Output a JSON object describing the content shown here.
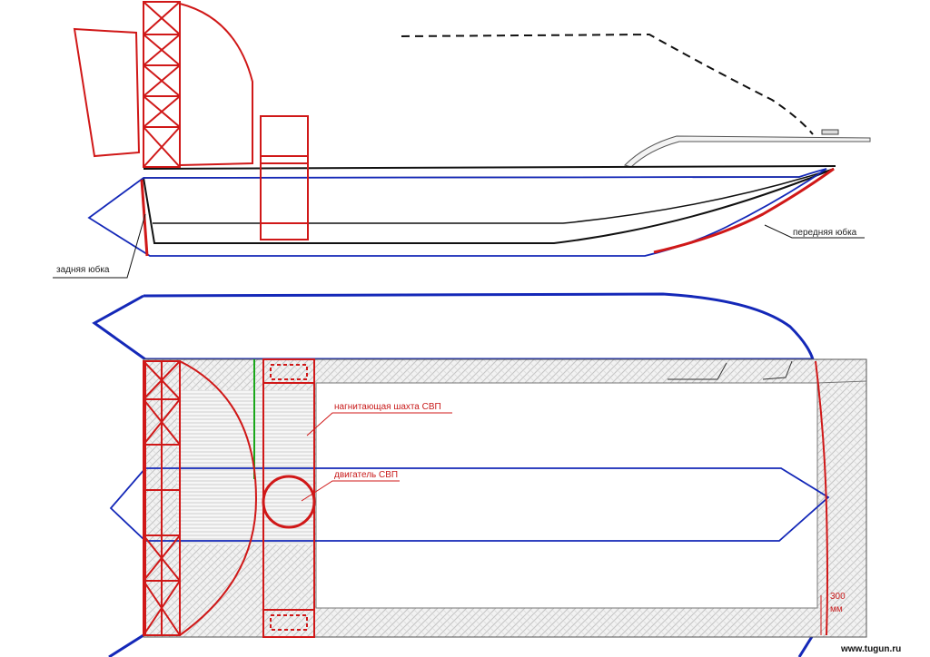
{
  "labels": {
    "rear_skirt": "задняя юбка",
    "front_skirt": "передняя юбка",
    "fan_duct": "нагнитающая шахта СВП",
    "engine": "двигатель СВП",
    "dim_value": "300",
    "dim_unit": "мм"
  },
  "watermark": "www.tugun.ru",
  "colors": {
    "hull": "#111111",
    "skirt_outline": "#1428b8",
    "hovercraft_parts": "#d01818",
    "guide_line": "#1aa81a",
    "deck_pattern": "#d8d8d8"
  }
}
